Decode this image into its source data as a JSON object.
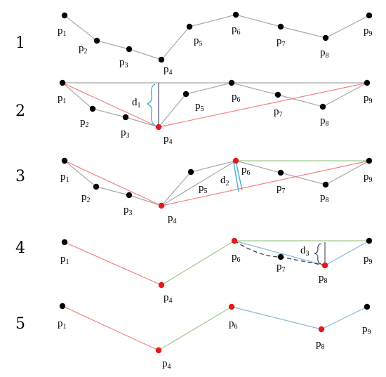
{
  "colors": {
    "point": "#000000",
    "key_point": "#e31a1c",
    "polyline": "#a8a8a8",
    "chord": "#a8a8a8",
    "red_segment": "#f08080",
    "green_segment": "#9cc98a",
    "blue_segment": "#88b8d8",
    "brace": "#3fb0d0",
    "dashed": "#333355"
  },
  "steps": [
    {
      "number": "1",
      "labels": [
        "p",
        "p",
        "p",
        "p",
        "p",
        "p",
        "p",
        "p",
        "p"
      ],
      "subs": [
        "1",
        "2",
        "3",
        "4",
        "5",
        "6",
        "7",
        "8",
        "9"
      ]
    },
    {
      "number": "2",
      "distance": {
        "letter": "d",
        "sub": "1"
      }
    },
    {
      "number": "3",
      "distance": {
        "letter": "d",
        "sub": "2"
      }
    },
    {
      "number": "4",
      "distance": {
        "letter": "d",
        "sub": "3"
      }
    },
    {
      "number": "5"
    }
  ]
}
